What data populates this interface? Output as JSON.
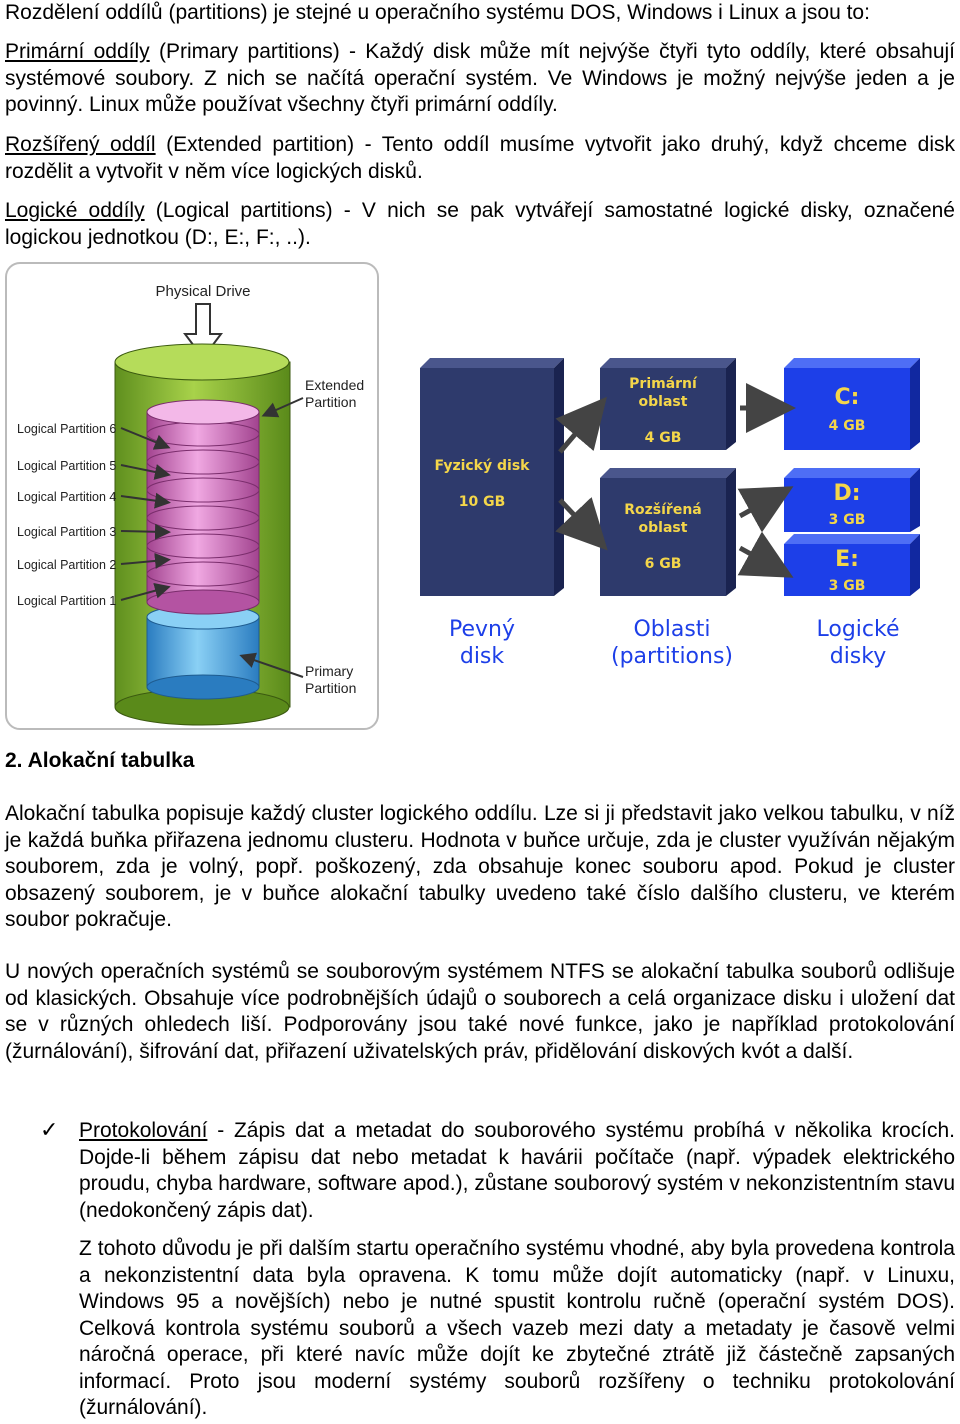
{
  "intro": "Rozdělení oddílů (partitions) je stejné u operačního systému DOS, Windows i Linux a jsou to:",
  "primary": {
    "term": "Primární oddíly",
    "text": " (Primary partitions) - Každý disk může mít nejvýše čtyři tyto oddíly, které obsahují systémové soubory. Z nich se načítá operační systém. Ve Windows je možný nejvýše jeden a je povinný. Linux může používat všechny čtyři primární oddíly."
  },
  "extended": {
    "term": "Rozšířený oddíl",
    "text": " (Extended partition) - Tento oddíl musíme vytvořit jako druhý, když chceme disk rozdělit a vytvořit v něm více logických disků."
  },
  "logical": {
    "term": "Logické oddíly",
    "text": " (Logical partitions) - V nich se pak vytvářejí samostatné logické disky, označené logickou jednotkou (D:, E:, F:, ..)."
  },
  "fig1": {
    "physical_drive": "Physical Drive",
    "extended_l1": "Extended",
    "extended_l2": "Partition",
    "primary_l1": "Primary",
    "primary_l2": "Partition",
    "lp6": "Logical Partition 6",
    "lp5": "Logical Partition 5",
    "lp4": "Logical Partition 4",
    "lp3": "Logical Partition 3",
    "lp2": "Logical Partition 2",
    "lp1": "Logical Partition 1",
    "colors": {
      "outer": "#8fbf3a",
      "disks": "#d070c0",
      "primary": "#4aa6e0"
    }
  },
  "fig2": {
    "phys_l1": "Fyzický disk",
    "phys_l2": "10 GB",
    "prim_l1": "Primární",
    "prim_l2": "oblast",
    "prim_l3": "4 GB",
    "ext_l1": "Rozšířená",
    "ext_l2": "oblast",
    "ext_l3": "6 GB",
    "c_l1": "C:",
    "c_l2": "4 GB",
    "d_l1": "D:",
    "d_l2": "3 GB",
    "e_l1": "E:",
    "e_l2": "3 GB",
    "cap1_l1": "Pevný",
    "cap1_l2": "disk",
    "cap2_l1": "Oblasti",
    "cap2_l2": "(partitions)",
    "cap3_l1": "Logické",
    "cap3_l2": "disky",
    "colors": {
      "dark": "#2e3a6c",
      "blue": "#1d3fe8",
      "yellow": "#f4d64a"
    }
  },
  "section2_title": "2. Alokační tabulka",
  "para_alloc": "Alokační tabulka popisuje každý cluster logického oddílu. Lze si ji představit jako velkou tabulku, v níž je každá buňka přiřazena jednomu clusteru. Hodnota v buňce určuje, zda je cluster využíván nějakým souborem, zda je volný, popř. poškozený, zda obsahuje konec souboru apod. Pokud je cluster obsazený souborem, je v buňce alokační tabulky uvedeno také číslo dalšího clusteru, ve kterém soubor pokračuje.",
  "para_ntfs": "U nových operačních systémů se souborovým systémem NTFS se alokační tabulka souborů odlišuje od klasických. Obsahuje více podrobnějších údajů o souborech a celá organizace disku i uložení dat se v různých ohledech liší. Podporovány jsou také nové funkce, jako je například protokolování (žurnálování), šifrování dat, přiřazení uživatelských práv, přidělování diskových kvót a další.",
  "bullet": {
    "check": "✓",
    "term": "Protokolování",
    "text": " - Zápis dat a metadat do souborového systému probíhá v několika krocích. Dojde-li během zápisu dat nebo metadat k havárii počítače (např. výpadek elektrického proudu, chyba hardware, software apod.), zůstane souborový systém v nekonzistentním stavu (nedokončený zápis dat)."
  },
  "para_last": "Z tohoto důvodu je při dalším startu operačního systému vhodné, aby byla provedena kontrola a nekonzistentní data byla opravena. K tomu může dojít automaticky (např. v Linuxu, Windows 95 a novějších) nebo je nutné spustit kontrolu ručně (operační systém DOS). Celková kontrola systému souborů a všech vazeb mezi daty a metadaty je časově velmi náročná operace, při které navíc může dojít ke zbytečné ztrátě již částečně zapsaných informací. Proto jsou moderní systémy souborů rozšířeny o techniku protokolování (žurnálování)."
}
